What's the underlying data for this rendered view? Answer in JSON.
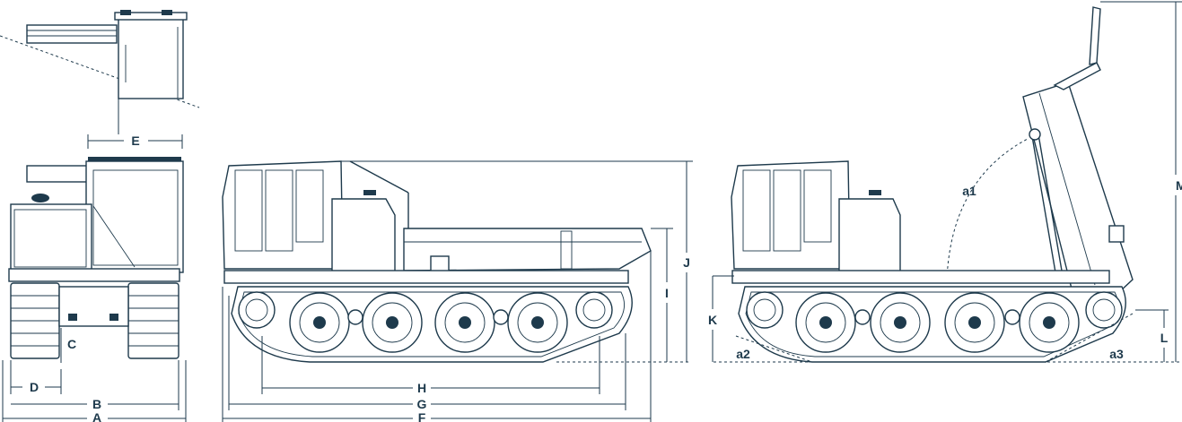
{
  "labels": {
    "A": "A",
    "B": "B",
    "C": "C",
    "D": "D",
    "E": "E",
    "F": "F",
    "G": "G",
    "H": "H",
    "I": "I",
    "J": "J",
    "K": "K",
    "L": "L",
    "M": "M",
    "a1": "a1",
    "a2": "a2",
    "a3": "a3"
  },
  "colors": {
    "line": "#1e3a4c",
    "background": "#ffffff"
  }
}
